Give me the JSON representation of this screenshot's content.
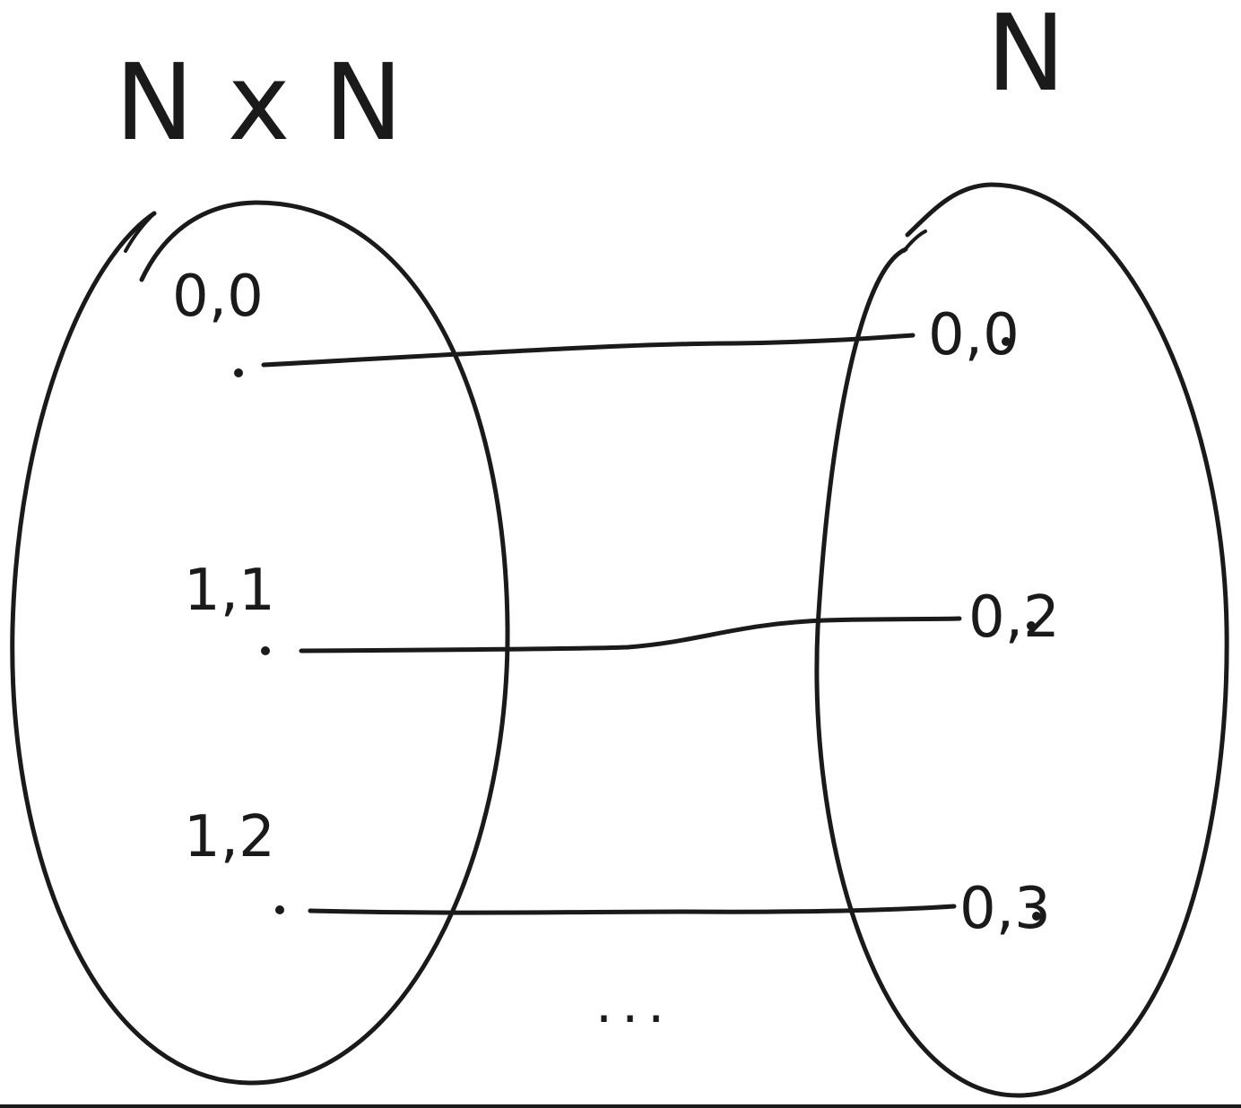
{
  "sets": {
    "domain": {
      "label": "N x N"
    },
    "codomain": {
      "label": "N"
    }
  },
  "elements": {
    "domain": [
      {
        "label": "0,0"
      },
      {
        "label": "1,1"
      },
      {
        "label": "1,2"
      }
    ],
    "codomain": [
      {
        "label": "0,0"
      },
      {
        "label": "0,2"
      },
      {
        "label": "0,3"
      }
    ]
  },
  "continuation": "...",
  "colors": {
    "ink": "#1a1a1a",
    "paper": "#ffffff"
  }
}
